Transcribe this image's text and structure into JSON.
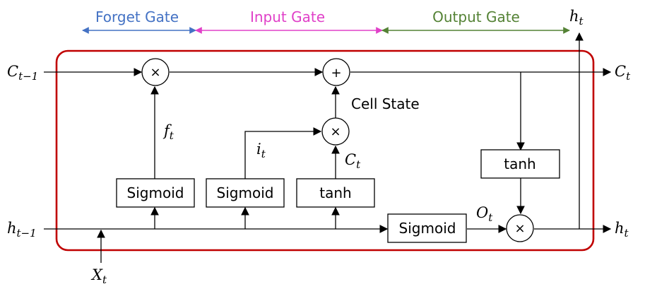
{
  "gates": {
    "forget": {
      "label": "Forget Gate",
      "color": "#4472C4"
    },
    "input": {
      "label": "Input Gate",
      "color": "#E040C8"
    },
    "output": {
      "label": "Output Gate",
      "color": "#548235"
    }
  },
  "cell_border_color": "#C00000",
  "labels": {
    "cell_state": "Cell State",
    "ops": {
      "multiply": "×",
      "add": "+"
    }
  },
  "vars": {
    "c_prev": {
      "base": "C",
      "sub": "t−1"
    },
    "c_out": {
      "base": "C",
      "sub": "t"
    },
    "h_prev": {
      "base": "h",
      "sub": "t−1"
    },
    "h_out_right": {
      "base": "h",
      "sub": "t"
    },
    "h_out_top": {
      "base": "h",
      "sub": "t"
    },
    "x_in": {
      "base": "X",
      "sub": "t"
    },
    "f": {
      "base": "f",
      "sub": "t"
    },
    "i": {
      "base": "i",
      "sub": "t"
    },
    "c_tilde": {
      "base": "C",
      "sub": "t"
    },
    "o": {
      "base": "O",
      "sub": "t"
    }
  },
  "blocks": {
    "forget_sigmoid": "Sigmoid",
    "input_sigmoid": "Sigmoid",
    "candidate_tanh": "tanh",
    "output_sigmoid": "Sigmoid",
    "cell_tanh": "tanh"
  }
}
